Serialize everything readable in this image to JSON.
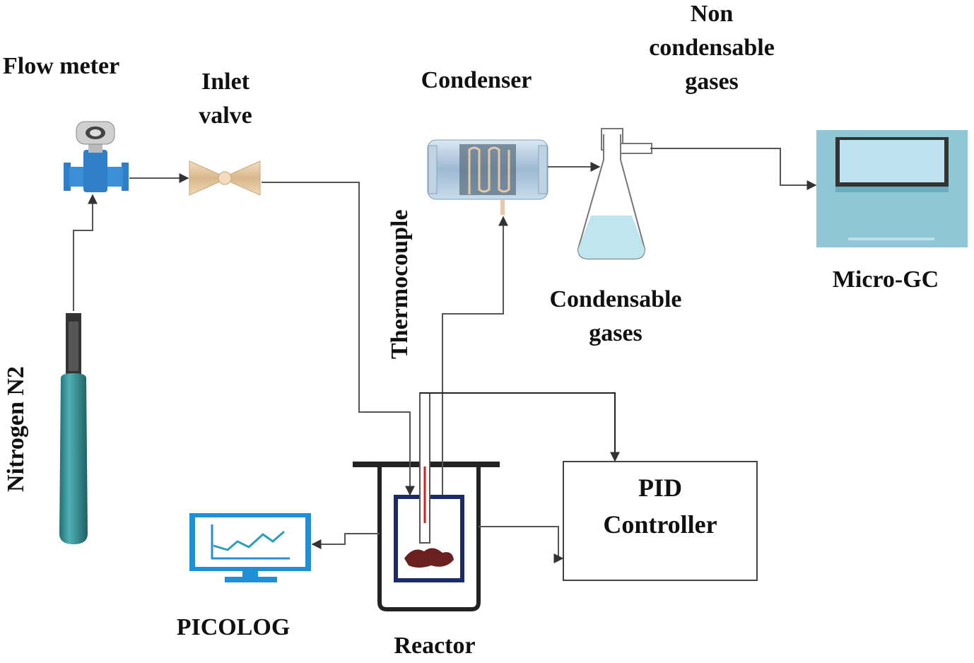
{
  "labels": {
    "flow_meter": "Flow meter",
    "inlet_valve": [
      "Inlet",
      "valve"
    ],
    "condenser": "Condenser",
    "non_condensable": [
      "Non",
      "condensable",
      "gases"
    ],
    "micro_gc": "Micro-GC",
    "condensable": [
      "Condensable",
      "gases"
    ],
    "thermocouple": "Thermocouple",
    "nitrogen": "Nitrogen N2",
    "pid": [
      "PID",
      "Controller"
    ],
    "picolog": "PICOLOG",
    "reactor": "Reactor"
  },
  "colors": {
    "line": "#555555",
    "cylinder": "#2e8b8f",
    "flowmeter": "#2f7fc8",
    "valve": "#e8c9a0",
    "condenser": "#a9c4dc",
    "flask_liquid": "#bfe6ef",
    "micro_gc": "#8fc7d6",
    "monitor": "#1e90d8",
    "sample": "#6b1f1f",
    "thermo_red": "#cc2222"
  }
}
